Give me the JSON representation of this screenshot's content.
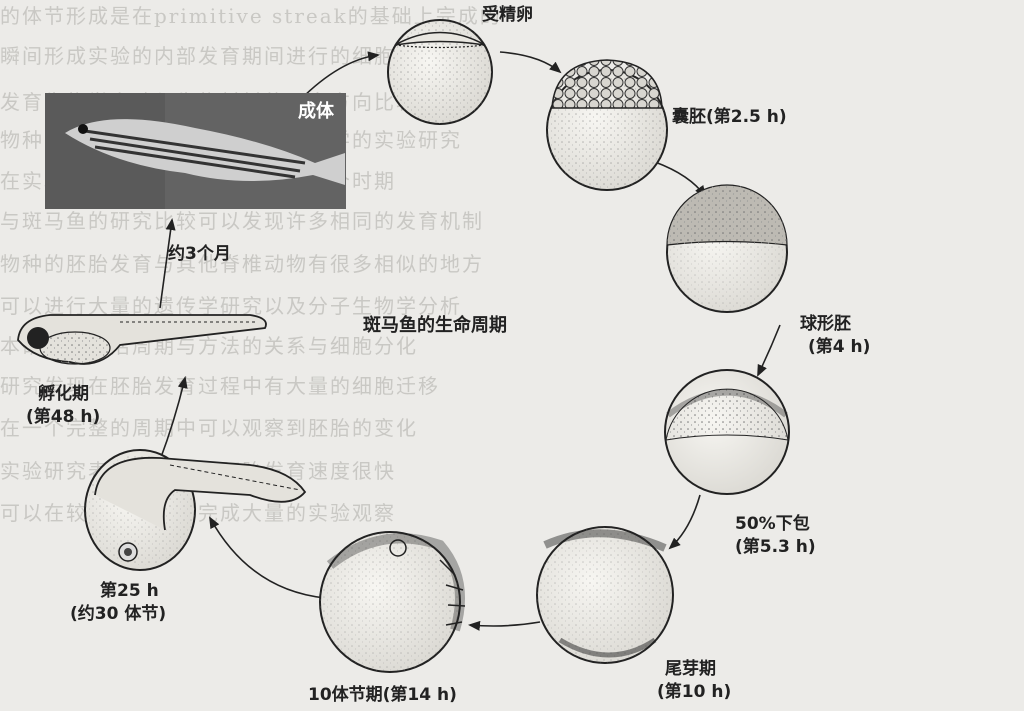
{
  "title": "斑马鱼的生命周期",
  "stages": {
    "zygote": "受精卵",
    "blastula": "囊胚(第2.5 h)",
    "sphere_name": "球形胚",
    "sphere_time": "(第4 h)",
    "epiboly_name": "50%下包",
    "epiboly_time": "(第5.3 h)",
    "tailbud_name": "尾芽期",
    "tailbud_time": "(第10 h)",
    "somite10": "10体节期(第14 h)",
    "day25_name": "第25 h",
    "day25_note": "(约30 体节)",
    "hatching_name": "孵化期",
    "hatching_time": "(第48 h)",
    "adult": "成体"
  },
  "arrow_label": "约3个月",
  "background_text": [
    "的体节形成是在primitive streak的基础上完成的",
    "瞬间形成实验的内部发育期间进行的细胞分化",
    "发育生物学实验与生物材料的研究方向比较",
    "物种的基础，适合做一些发育生物学的实验研究",
    "在实验中能够观察到胚胎发育的各个时期",
    "与斑马鱼的研究比较可以发现许多相同的发育机制",
    "物种的胚胎发育与其他脊椎动物有很多相似的地方",
    "可以进行大量的遗传学研究以及分子生物学分析",
    "本研究的生活周期与方法的关系与细胞分化",
    "研究发现在胚胎发育过程中有大量的细胞迁移",
    "在一个完整的周期中可以观察到胚胎的变化",
    "实验研究表明斑马鱼的胚胎发育速度很快",
    "可以在较短的时间内完成大量的实验观察"
  ]
}
